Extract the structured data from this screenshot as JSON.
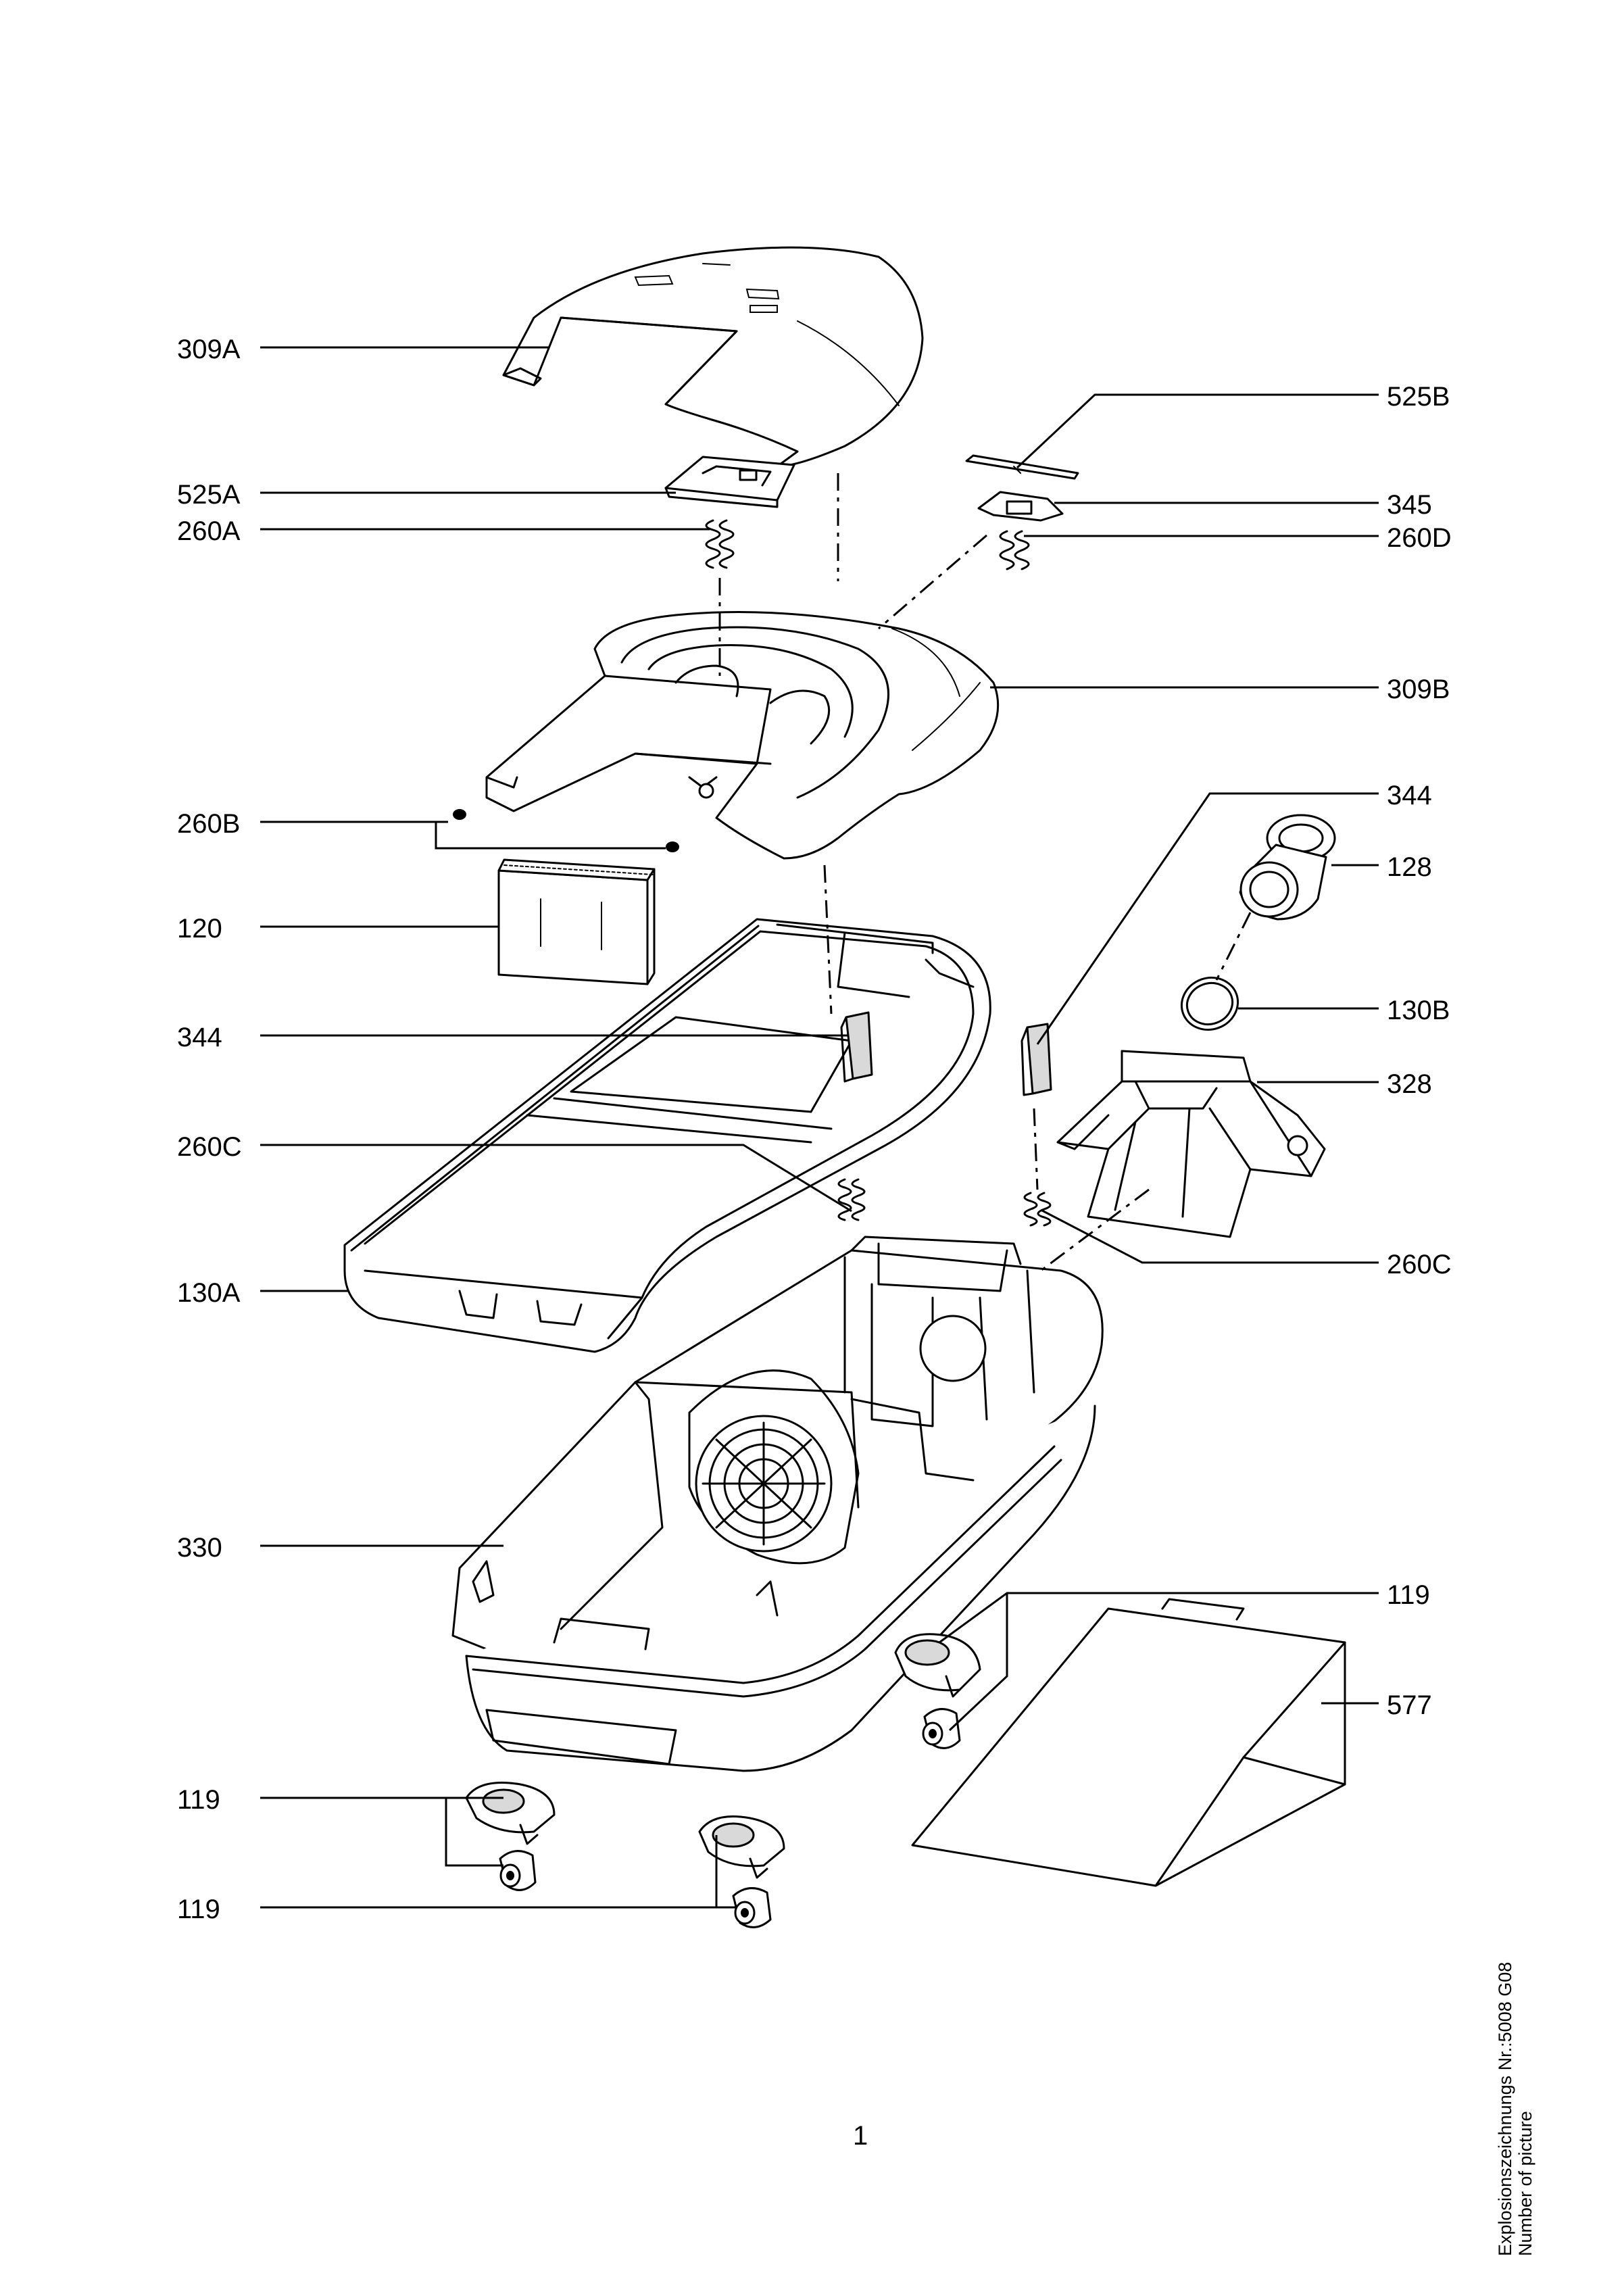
{
  "callouts": {
    "left": [
      {
        "id": "309A",
        "text": "309A"
      },
      {
        "id": "525A",
        "text": "525A"
      },
      {
        "id": "260A",
        "text": "260A"
      },
      {
        "id": "260B",
        "text": "260B"
      },
      {
        "id": "120",
        "text": "120"
      },
      {
        "id": "344",
        "text": "344"
      },
      {
        "id": "260C",
        "text": "260C"
      },
      {
        "id": "130A",
        "text": "130A"
      },
      {
        "id": "330",
        "text": "330"
      },
      {
        "id": "119a",
        "text": "119"
      },
      {
        "id": "119b",
        "text": "119"
      }
    ],
    "right": [
      {
        "id": "525B",
        "text": "525B"
      },
      {
        "id": "345",
        "text": "345"
      },
      {
        "id": "260D",
        "text": "260D"
      },
      {
        "id": "309B",
        "text": "309B"
      },
      {
        "id": "344",
        "text": "344"
      },
      {
        "id": "128",
        "text": "128"
      },
      {
        "id": "130B",
        "text": "130B"
      },
      {
        "id": "328",
        "text": "328"
      },
      {
        "id": "260C",
        "text": "260C"
      },
      {
        "id": "119",
        "text": "119"
      },
      {
        "id": "577",
        "text": "577"
      }
    ]
  },
  "page_number": "1",
  "side_caption": {
    "line1": "Explosionszeichnungs Nr.:5008 G08",
    "line2": "Number of picture"
  }
}
